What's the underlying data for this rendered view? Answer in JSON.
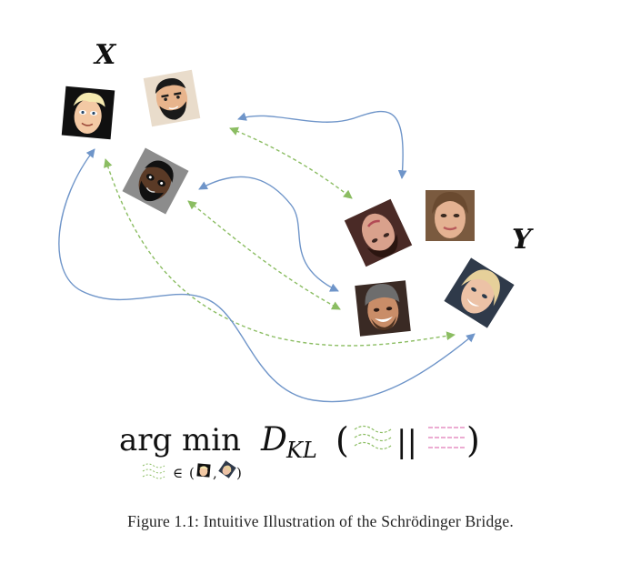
{
  "diagram": {
    "set_x_label": "X",
    "set_y_label": "Y"
  },
  "faces": {
    "x_set": [
      {
        "name": "cartoon-face-blond",
        "style": "cartoon"
      },
      {
        "name": "cartoon-face-bearded",
        "style": "cartoon"
      },
      {
        "name": "cartoon-face-dark-skin",
        "style": "cartoon"
      }
    ],
    "y_set": [
      {
        "name": "photo-face-upside-down",
        "style": "photo"
      },
      {
        "name": "photo-face-woman",
        "style": "photo"
      },
      {
        "name": "photo-face-man-smiling",
        "style": "photo"
      },
      {
        "name": "photo-face-blonde-woman",
        "style": "photo"
      }
    ]
  },
  "arrows": {
    "solid_color": "#6f95c9",
    "dashed_color": "#8bbd62"
  },
  "formula": {
    "arg": "arg",
    "min": "min",
    "divergence_main": "D",
    "divergence_sub": "KL",
    "open_paren": "(",
    "separator": "||",
    "close_paren": ")",
    "element_of": "∈",
    "sub_open": "(",
    "sub_comma": ",",
    "sub_close": ")"
  },
  "caption": "Figure 1.1: Intuitive Illustration of the Schrödinger Bridge."
}
